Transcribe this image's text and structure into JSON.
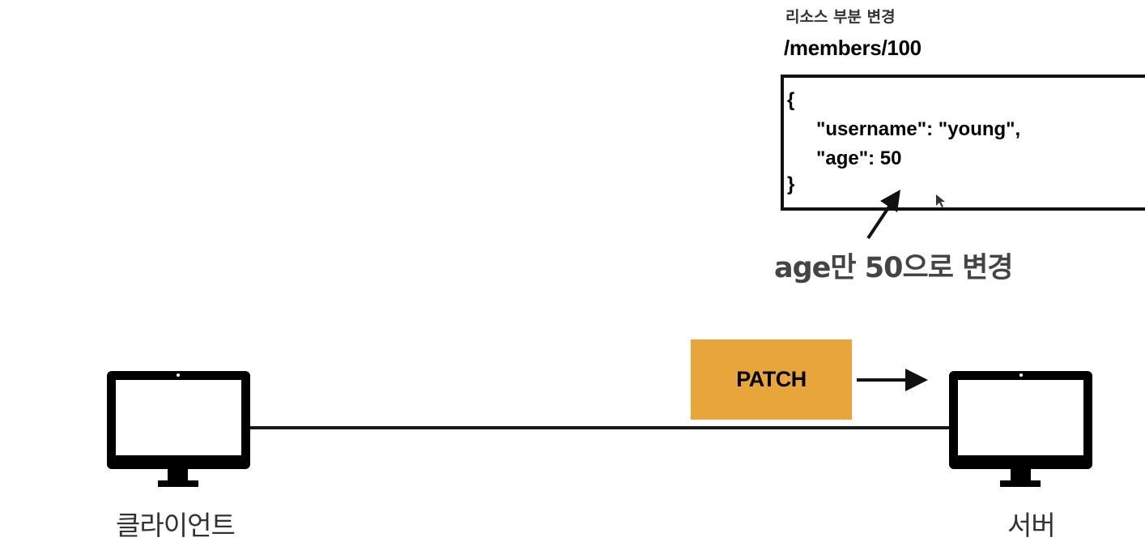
{
  "resource": {
    "title": "리소스 부분 변경",
    "path": "/members/100"
  },
  "json_body": {
    "open_brace": "{",
    "line_username": "\"username\": \"young\",",
    "line_age": "\"age\": 50",
    "close_brace": "}"
  },
  "annotation": {
    "text": "age만 50으로 변경"
  },
  "request": {
    "method": "PATCH",
    "method_color": "#e8a63a"
  },
  "nodes": {
    "client_label": "클라이언트",
    "server_label": "서버",
    "icon": "monitor-icon"
  }
}
